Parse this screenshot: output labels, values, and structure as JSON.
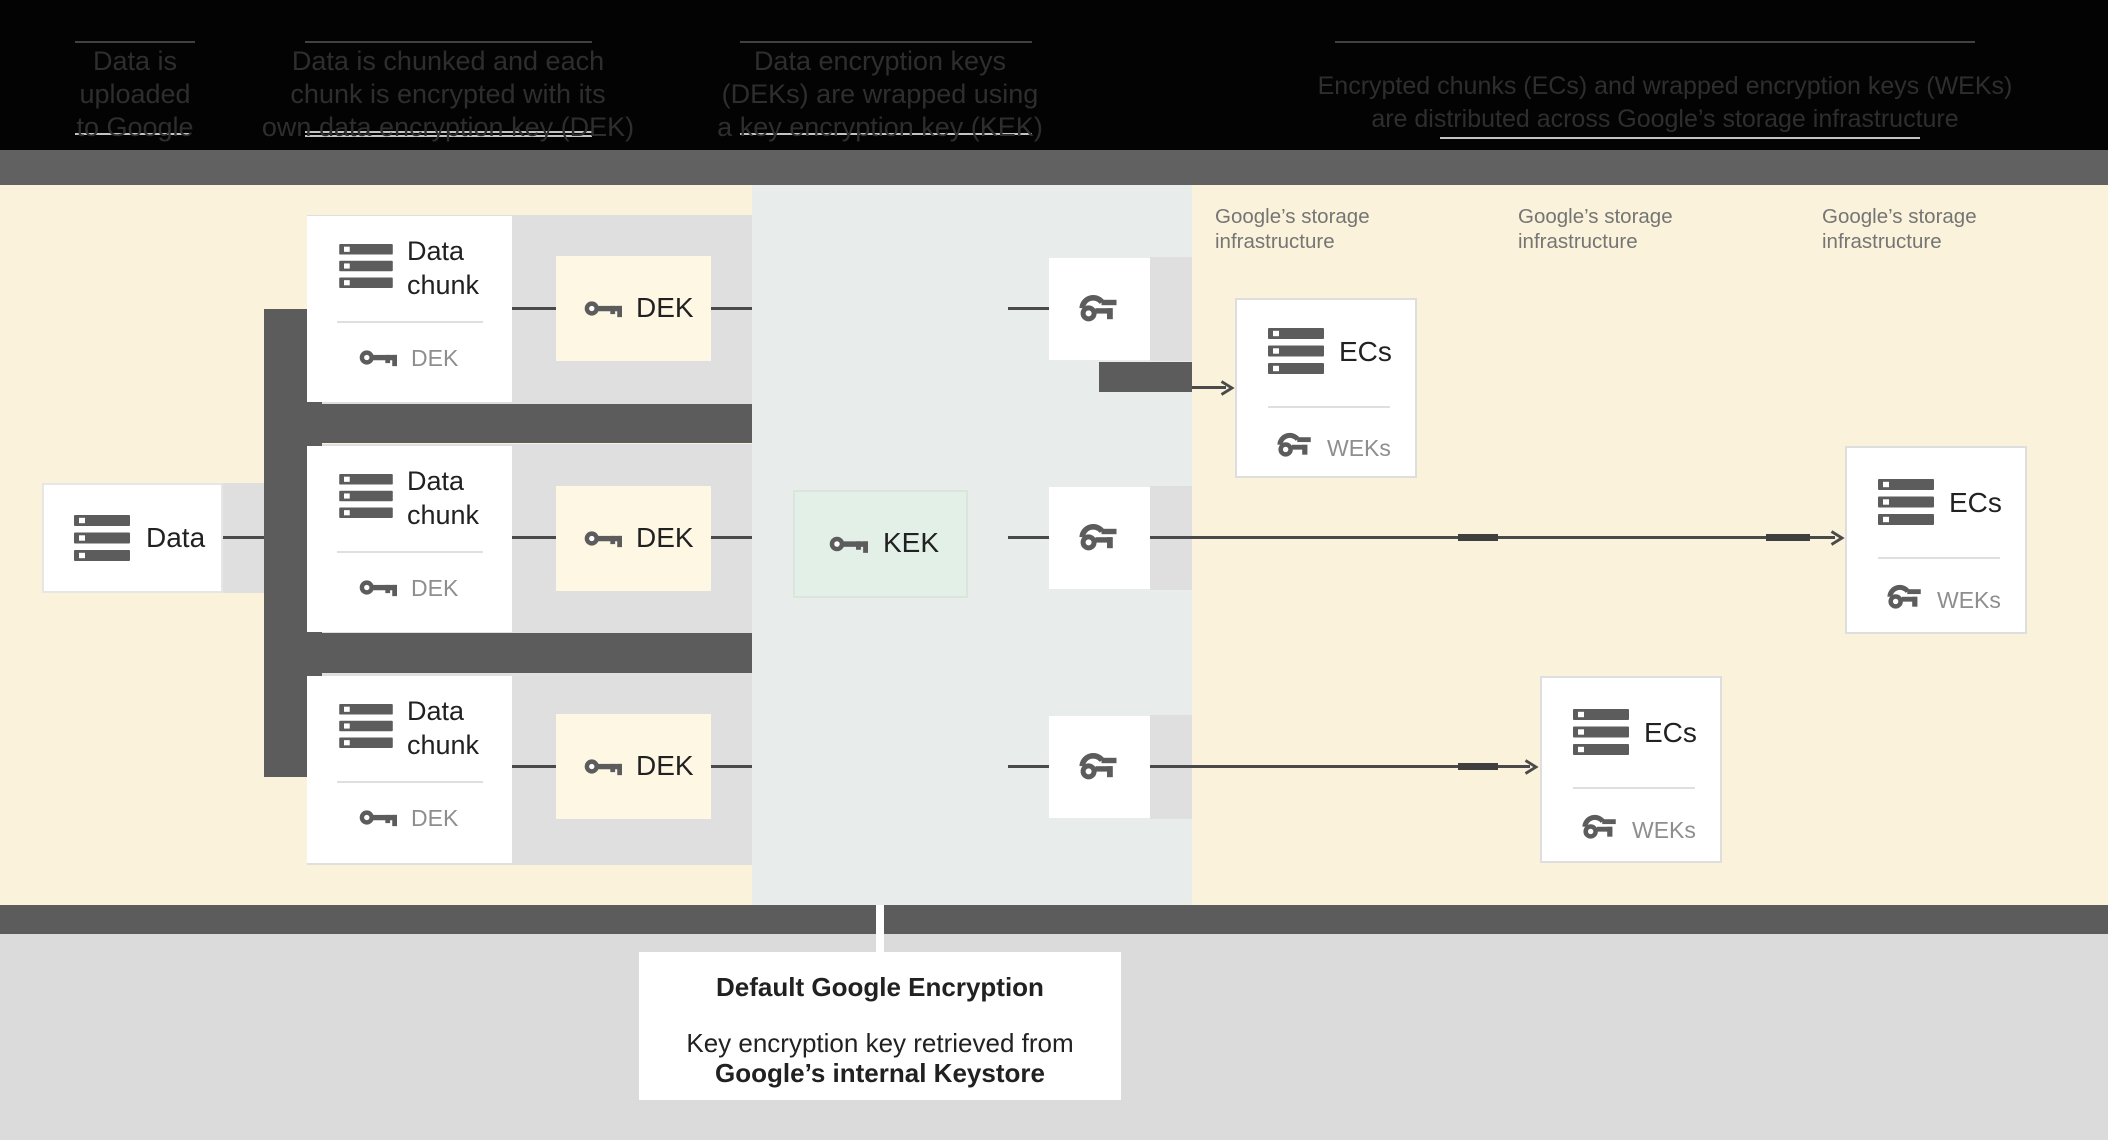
{
  "header": {
    "columns": [
      {
        "lines": [
          "Data is",
          "uploaded",
          "to Google"
        ]
      },
      {
        "lines": [
          "Data is chunked and each",
          "chunk is encrypted with its",
          "own data encryption key (DEK)"
        ]
      },
      {
        "lines": [
          "Data encryption keys",
          "(DEKs) are wrapped using",
          "a key encryption key (KEK)"
        ]
      },
      {
        "lines": [
          "Encrypted chunks (ECs) and wrapped encryption keys (WEKs)",
          "are distributed across Google’s storage infrastructure"
        ]
      }
    ]
  },
  "diagram": {
    "data_box": {
      "label": "Data"
    },
    "chunk_boxes": [
      {
        "title_line1": "Data",
        "title_line2": "chunk",
        "key_label": "DEK"
      },
      {
        "title_line1": "Data",
        "title_line2": "chunk",
        "key_label": "DEK"
      },
      {
        "title_line1": "Data",
        "title_line2": "chunk",
        "key_label": "DEK"
      }
    ],
    "dek_boxes": [
      {
        "label": "DEK"
      },
      {
        "label": "DEK"
      },
      {
        "label": "DEK"
      }
    ],
    "kek_box": {
      "label": "KEK"
    },
    "storage_labels": [
      {
        "line1": "Google’s storage",
        "line2": "infrastructure"
      },
      {
        "line1": "Google’s storage",
        "line2": "infrastructure"
      },
      {
        "line1": "Google’s storage",
        "line2": "infrastructure"
      }
    ],
    "ecs_boxes": [
      {
        "title": "ECs",
        "key_label": "WEKs"
      },
      {
        "title": "ECs",
        "key_label": "WEKs"
      },
      {
        "title": "ECs",
        "key_label": "WEKs"
      }
    ]
  },
  "caption": {
    "title": "Default Google Encryption",
    "line1": "Key encryption key retrieved from",
    "line2": "Google’s internal Keystore"
  },
  "colors": {
    "cream_background": "#FAF2DA",
    "kek_zone_background": "#E8ECEB",
    "row_band_gray": "#DFDFDF",
    "dark_gray": "#5C5C5C",
    "kek_fill_mint": "#E2F0E8",
    "dek_fill_yellow": "#FDF7E4",
    "footer_gray": "#DBDBDB",
    "muted_text": "#757575"
  }
}
